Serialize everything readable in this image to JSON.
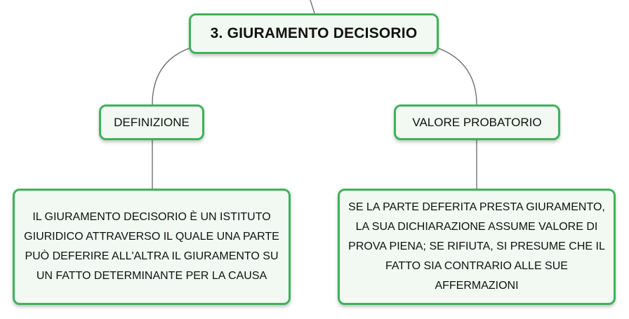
{
  "diagram": {
    "root": {
      "label": "3. GIURAMENTO DECISORIO"
    },
    "branches": [
      {
        "label": "DEFINIZIONE",
        "detail": "IL GIURAMENTO DECISORIO È UN ISTITUTO GIURIDICO ATTRAVERSO IL QUALE UNA PARTE PUÒ DEFERIRE ALL'ALTRA IL GIURAMENTO SU UN FATTO DETERMINANTE PER LA CAUSA"
      },
      {
        "label": "VALORE PROBATORIO",
        "detail": "SE LA PARTE DEFERITA PRESTA GIURAMENTO, LA SUA DICHIARAZIONE ASSUME VALORE DI PROVA PIENA; SE RIFIUTA, SI PRESUME CHE IL FATTO SIA CONTRARIO ALLE SUE AFFERMAZIONI"
      }
    ],
    "colors": {
      "node_border": "#3fb259",
      "node_fill": "#f1f9f2",
      "connector": "#666666",
      "text": "#111111"
    }
  }
}
